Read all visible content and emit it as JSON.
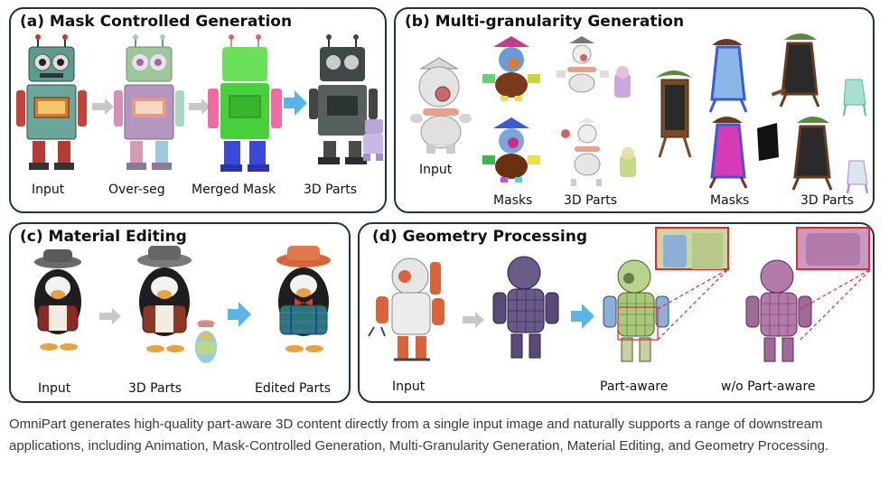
{
  "panels": {
    "a": {
      "title": "(a) Mask Controlled Generation",
      "labels": [
        "Input",
        "Over-seg",
        "Merged Mask",
        "3D Parts"
      ]
    },
    "b": {
      "title": "(b) Multi-granularity Generation",
      "labels": [
        "Input",
        "Masks",
        "3D Parts",
        "Masks",
        "3D Parts"
      ]
    },
    "c": {
      "title": "(c) Material Editing",
      "labels": [
        "Input",
        "3D Parts",
        "Edited Parts"
      ]
    },
    "d": {
      "title": "(d) Geometry Processing",
      "labels": [
        "Input",
        "Part-aware",
        "w/o Part-aware"
      ]
    }
  },
  "caption": "OmniPart generates high-quality part-aware 3D content directly from a single input image and naturally supports a range of downstream applications, including Animation, Mask-Controlled Generation, Multi-Granularity Generation, Material Editing, and Geometry Processing.",
  "colors": {
    "panel_border": "#1f3346",
    "arrow_accent": "#5ab4e6",
    "arrow_gray": "#c8c8c8",
    "zoom_box": "#e0282e"
  }
}
